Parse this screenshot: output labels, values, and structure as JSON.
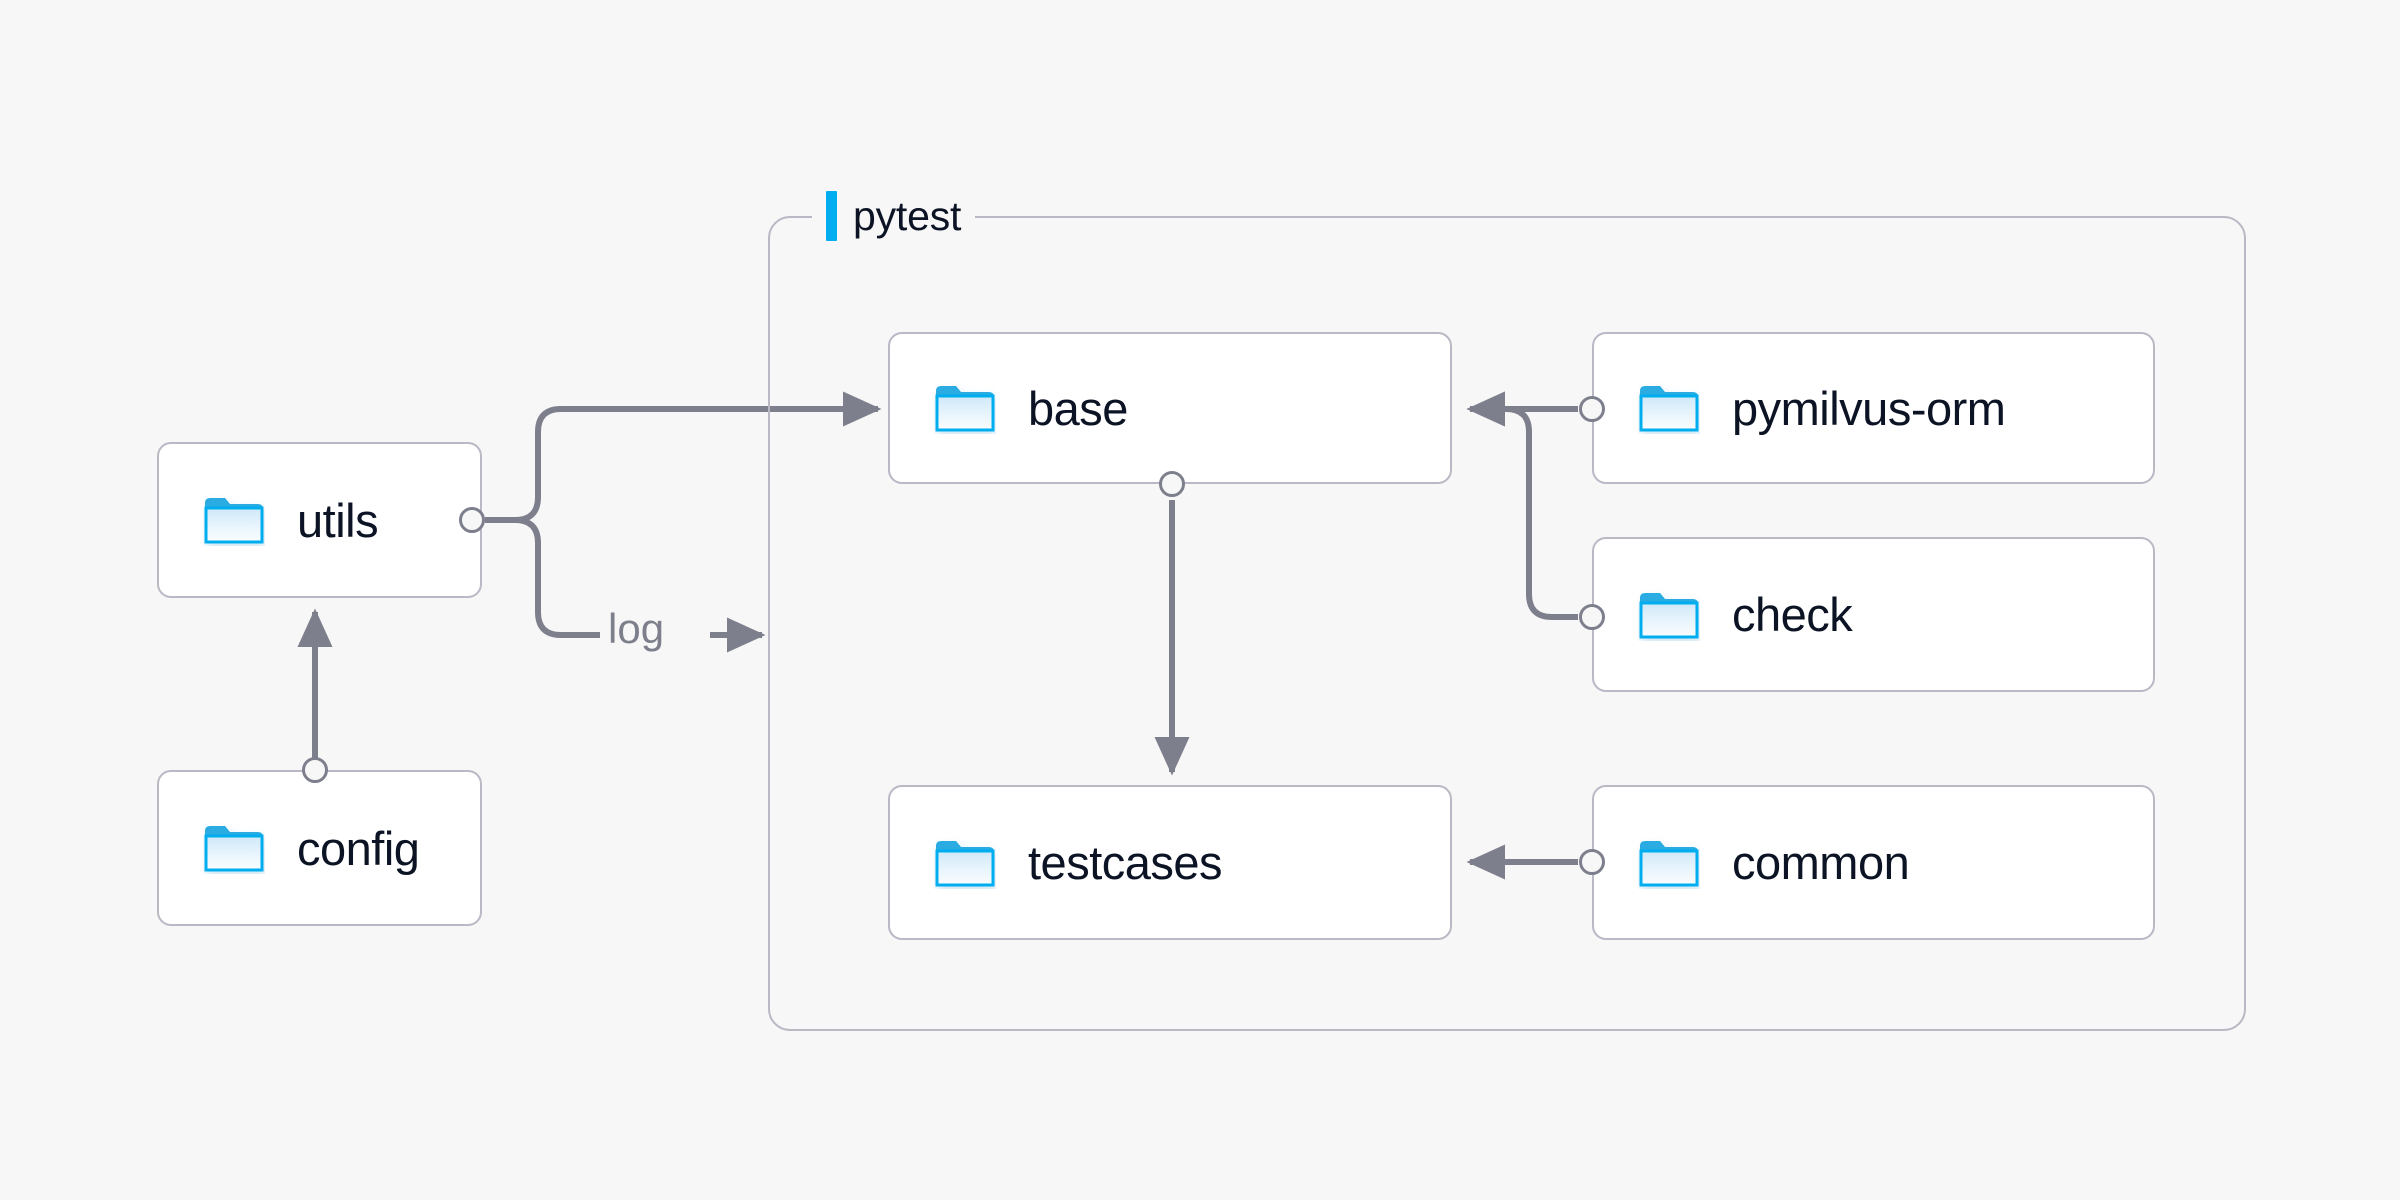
{
  "canvas": {
    "background": "#f7f7f7",
    "edge_color": "#7e7f8d",
    "node_border_color": "#b9b8c4",
    "accent_color": "#00AEEF",
    "text_color": "#0b1324"
  },
  "group": {
    "title": "pytest",
    "label_icon": "accent-bar"
  },
  "nodes": [
    {
      "id": "utils",
      "label": "utils",
      "icon": "folder-icon"
    },
    {
      "id": "config",
      "label": "config",
      "icon": "folder-icon"
    },
    {
      "id": "base",
      "label": "base",
      "icon": "folder-icon"
    },
    {
      "id": "testcases",
      "label": "testcases",
      "icon": "folder-icon"
    },
    {
      "id": "pymilvus-orm",
      "label": "pymilvus-orm",
      "icon": "folder-icon"
    },
    {
      "id": "check",
      "label": "check",
      "icon": "folder-icon"
    },
    {
      "id": "common",
      "label": "common",
      "icon": "folder-icon"
    }
  ],
  "edges": [
    {
      "id": "utils-base",
      "from": "utils",
      "to": "base",
      "label": ""
    },
    {
      "id": "utils-log",
      "from": "utils",
      "to": "pytest",
      "label": "log"
    },
    {
      "id": "config-utils",
      "from": "config",
      "to": "utils",
      "label": ""
    },
    {
      "id": "base-testcases",
      "from": "base",
      "to": "testcases",
      "label": ""
    },
    {
      "id": "pymilvus-orm-base",
      "from": "pymilvus-orm",
      "to": "base",
      "label": ""
    },
    {
      "id": "check-base",
      "from": "check",
      "to": "base",
      "label": ""
    },
    {
      "id": "common-testcases",
      "from": "common",
      "to": "testcases",
      "label": ""
    }
  ]
}
